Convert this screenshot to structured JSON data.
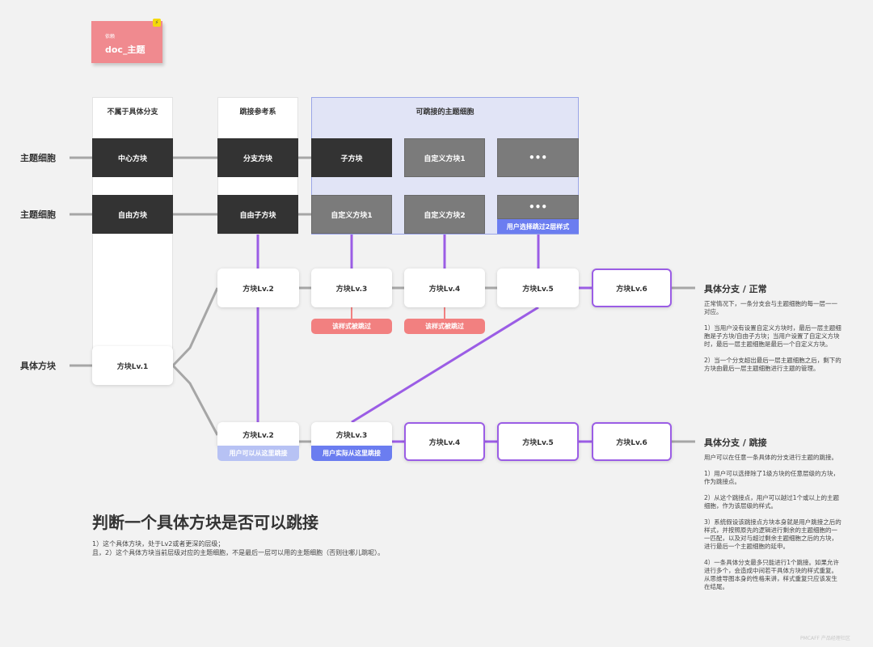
{
  "note": {
    "tag": "依赖",
    "title": "doc_主题"
  },
  "columns": {
    "col1": "不属于具体分支",
    "col2": "跳接参考系",
    "col3": "可跳接的主题细胞"
  },
  "row_labels": {
    "row1": "主题细胞",
    "row2": "主题细胞",
    "row3": "具体方块"
  },
  "row1_blocks": [
    "中心方块",
    "分支方块",
    "子方块",
    "自定义方块1",
    "•••"
  ],
  "row2_blocks": [
    "自由方块",
    "自由子方块",
    "自定义方块1",
    "自定义方块2",
    "•••"
  ],
  "row2_tag": "用户选择跳过2层样式",
  "lv1": "方块Lv.1",
  "upper_branch": [
    "方块Lv.2",
    "方块Lv.3",
    "方块Lv.4",
    "方块Lv.5",
    "方块Lv.6"
  ],
  "skipped_tags": [
    "该样式被跳过",
    "该样式被跳过"
  ],
  "lower_branch": [
    "方块Lv.2",
    "方块Lv.3",
    "方块Lv.4",
    "方块Lv.5",
    "方块Lv.6"
  ],
  "lower_tags": {
    "lv2": "用户可以从这里跳接",
    "lv3": "用户实际从这里跳接"
  },
  "side_normal": {
    "title": "具体分支 / 正常",
    "paragraphs": [
      "正常情况下，一条分支会与主题细胞的每一层一一对应。",
      "1）当用户没有设置自定义方块时，最后一层主题细胞是子方块/自由子方块；当用户设置了自定义方块时，最后一层主题细胞是最后一个自定义方块。",
      "2）当一个分支超出最后一层主题细胞之后，剩下的方块由最后一层主题细胞进行主题的管理。"
    ]
  },
  "side_jump": {
    "title": "具体分支 / 跳接",
    "paragraphs": [
      "用户可以在任意一条具体的分支进行主题的跳接。",
      "1）用户可以选择除了1级方块的任意层级的方块，作为跳接点。",
      "2）从这个跳接点，用户可以越过1个或以上的主题细胞，作为该层级的样式。",
      "3）系统假设该跳接点方块本身就是用户跳接之后的样式，并按照原先的逻辑进行剩余的主题细胞的一一匹配，以及对与超过剩余主题细胞之后的方块，进行最后一个主题细胞的延申。",
      "4）一条具体分支最多只能进行1个跳接。如果允许进行多个，会造成中间若干具体方块的样式重复。从思维导图本身的性格来讲，样式重复只应该发生在结尾。"
    ]
  },
  "main_title": "判断一个具体方块是否可以跳接",
  "main_desc": [
    "1）这个具体方块，处于Lv2或者更深的层级；",
    "且，2）这个具体方块当前层级对应的主题细胞，不是最后一层可以用的主题细胞（否则往哪儿跳呢）。"
  ],
  "watermark": "PMCAFF 产品经理社区",
  "colors": {
    "purple": "#9b5de5",
    "gray_line": "#a6a6a6",
    "dark_block": "#333333",
    "gray_block": "#7b7b7b",
    "red_tag": "#f28080",
    "blue_tag": "#6b7df0"
  }
}
